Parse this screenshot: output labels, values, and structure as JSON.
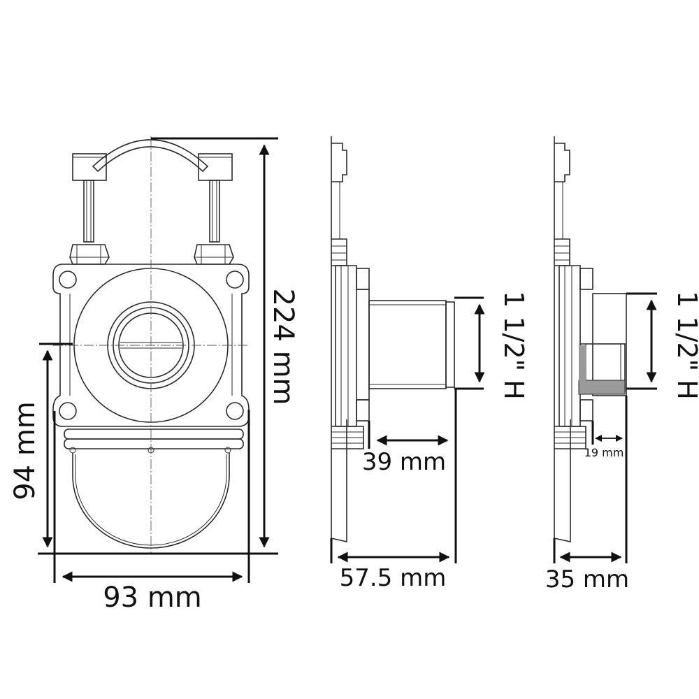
{
  "drawing": {
    "dimensions": {
      "height_total": "224 mm",
      "height_lower": "94 mm",
      "width_front": "93 mm",
      "thread_side": "1 1/2\" H",
      "pipe_length": "39 mm",
      "depth_side": "57.5 mm",
      "thread_section": "1 1/2\" H",
      "flange_small": "19 mm",
      "depth_section": "35 mm"
    },
    "colors": {
      "line": "#2a2a2a",
      "dimension": "#111111",
      "section_fill": "#9a9a9a"
    }
  }
}
